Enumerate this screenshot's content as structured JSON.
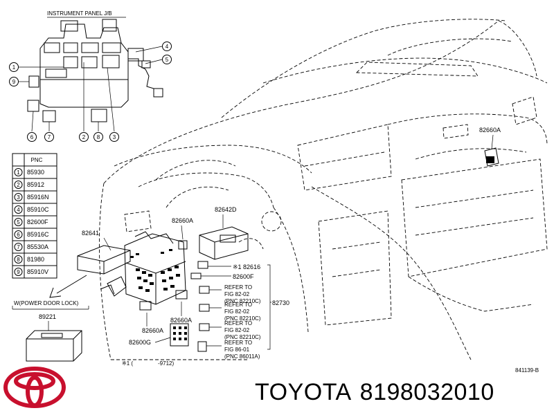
{
  "header": {
    "title": "INSTRUMENT PANEL J/B"
  },
  "table": {
    "header": "PNC",
    "rows": [
      {
        "num": "1",
        "pnc": "85930"
      },
      {
        "num": "2",
        "pnc": "85912"
      },
      {
        "num": "3",
        "pnc": "85916N"
      },
      {
        "num": "4",
        "pnc": "85910C"
      },
      {
        "num": "5",
        "pnc": "82600F"
      },
      {
        "num": "6",
        "pnc": "85916C"
      },
      {
        "num": "7",
        "pnc": "85530A"
      },
      {
        "num": "8",
        "pnc": "81980"
      },
      {
        "num": "9",
        "pnc": "85910V"
      }
    ]
  },
  "callouts_top": [
    "1",
    "9",
    "4",
    "5",
    "6",
    "7",
    "2",
    "8",
    "3"
  ],
  "power_door_lock": {
    "label": "W(POWER DOOR LOCK)",
    "part": "89221"
  },
  "parts": {
    "p82660A_right": "82660A",
    "p82641": "82641",
    "p82660A_top": "82660A",
    "p82642D": "82642D",
    "p82616": "※1 82616",
    "p82600F": "82600F",
    "p82730": "82730",
    "p82660A_b1": "82660A",
    "p82660A_b2": "82660A",
    "p82600G": "82600G"
  },
  "refers": [
    {
      "l1": "REFER TO",
      "l2": "FIG 82-02",
      "l3": "(PNC 82210C)"
    },
    {
      "l1": "REFER TO",
      "l2": "FIG 82-02",
      "l3": "(PNC 82210C)"
    },
    {
      "l1": "REFER TO",
      "l2": "FIG 82-02",
      "l3": "(PNC 82210C)"
    },
    {
      "l1": "REFER TO",
      "l2": "FIG 86-01",
      "l3": "(PNC 86011A)"
    }
  ],
  "footnote": {
    "mark": "※1 (",
    "range": "-9712)"
  },
  "fig_code": "841139-B",
  "brand": {
    "name": "TOYOTA",
    "part_number": "8198032010"
  }
}
